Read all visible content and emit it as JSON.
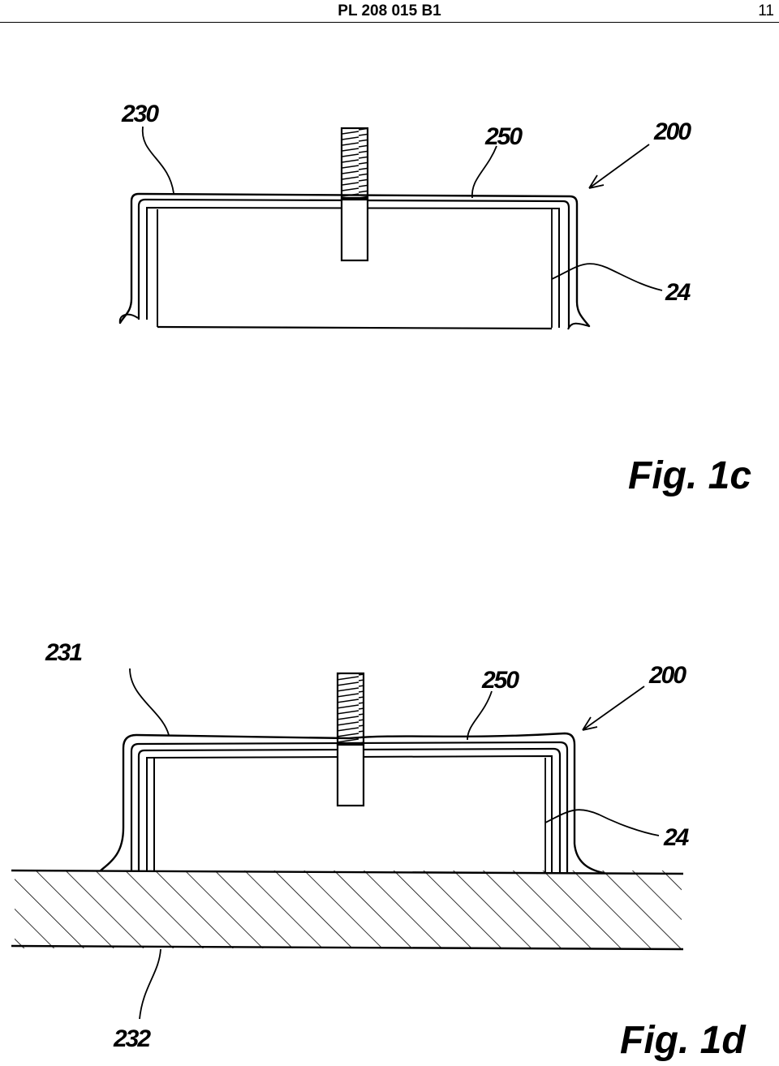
{
  "header": {
    "doc_number": "PL 208 015 B1",
    "page_number": "11"
  },
  "fig_1c": {
    "caption": "Fig. 1c",
    "labels": {
      "ref_230": "230",
      "ref_250": "250",
      "ref_200": "200",
      "ref_24": "24"
    }
  },
  "fig_1d": {
    "caption": "Fig. 1d",
    "labels": {
      "ref_231": "231",
      "ref_250": "250",
      "ref_200": "200",
      "ref_24": "24",
      "ref_232": "232"
    }
  }
}
